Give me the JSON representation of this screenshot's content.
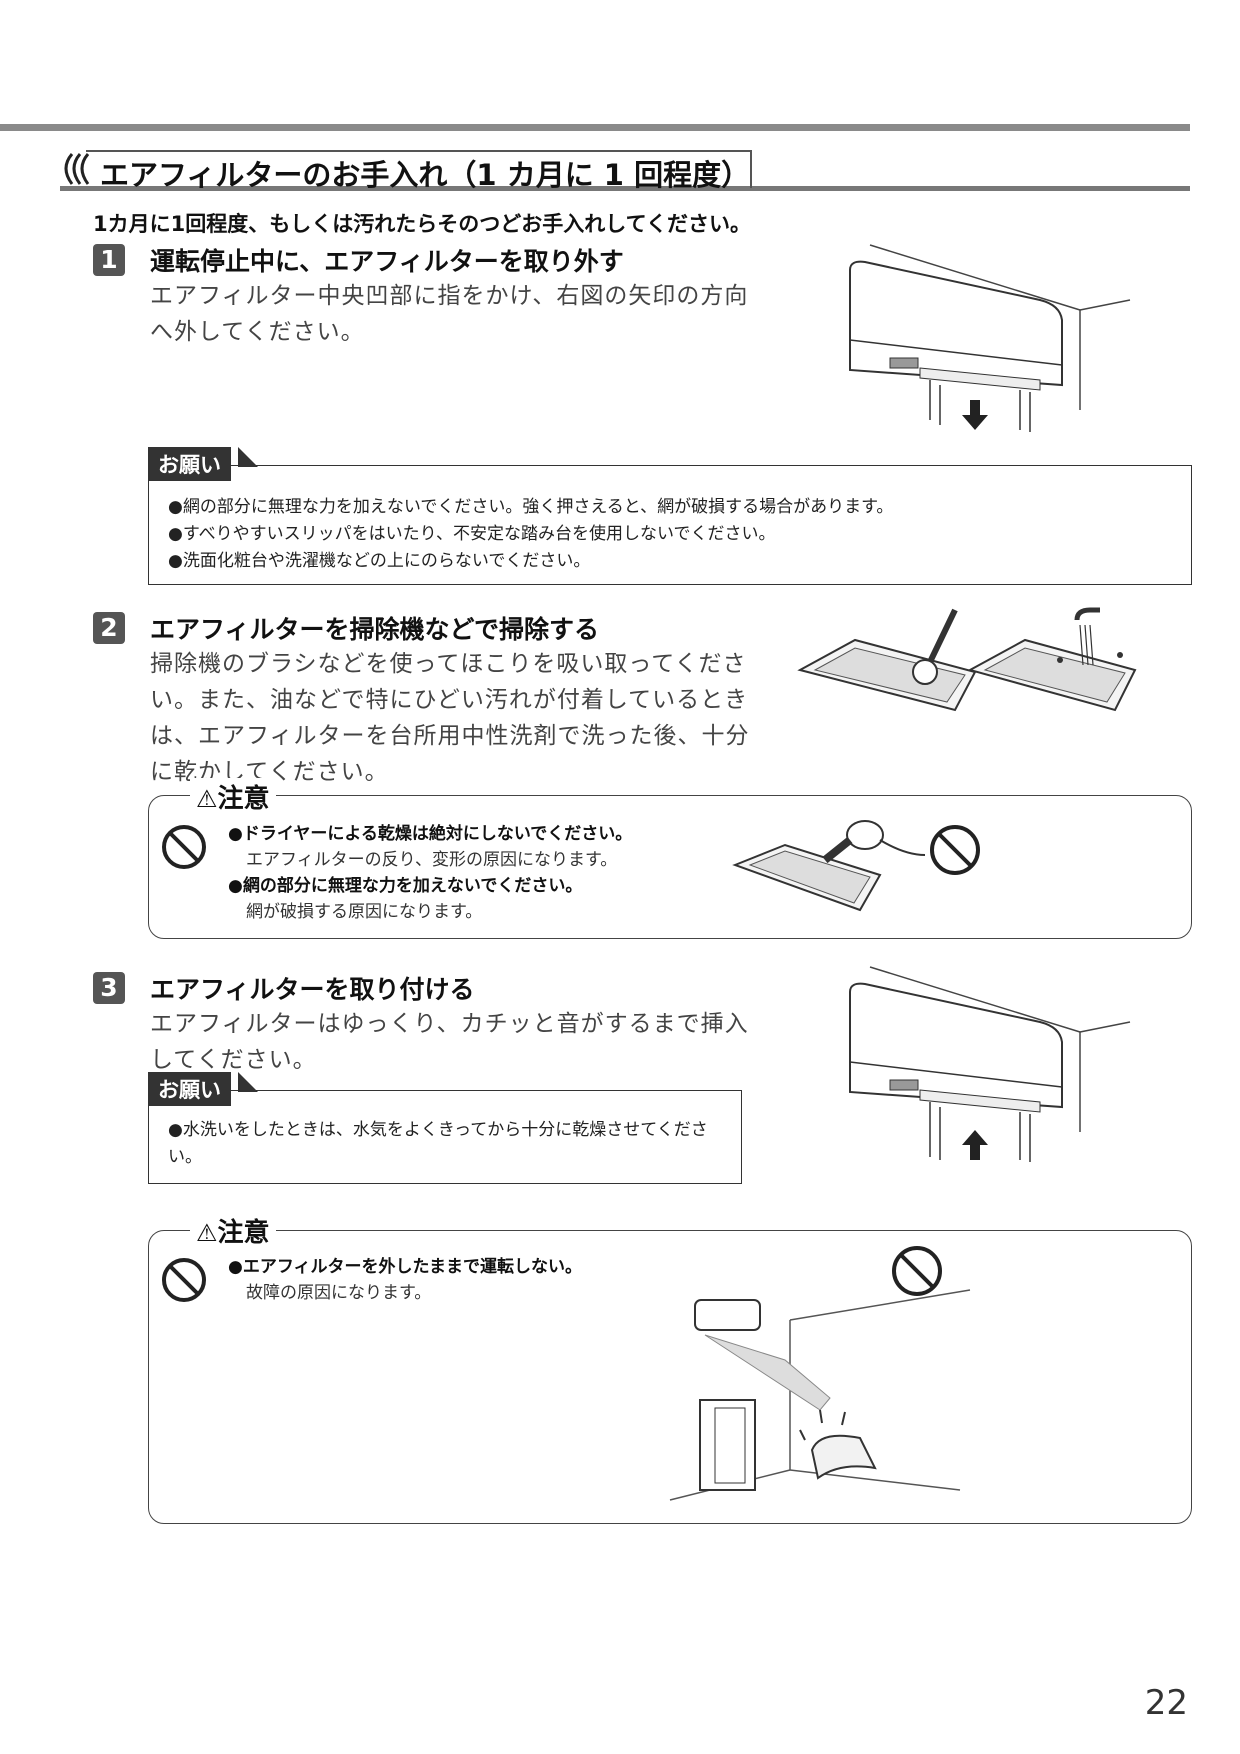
{
  "section": {
    "title": "エアフィルターのお手入れ（1 カ月に 1 回程度）",
    "intro": "1カ月に1回程度、もしくは汚れたらそのつどお手入れしてください。"
  },
  "steps": [
    {
      "number": "1",
      "title": "運転停止中に、エアフィルターを取り外す",
      "body": "エアフィルター中央凹部に指をかけ、右図の矢印の方向へ外してください。"
    },
    {
      "number": "2",
      "title": "エアフィルターを掃除機などで掃除する",
      "body": "掃除機のブラシなどを使ってほこりを吸い取ってください。また、油などで特にひどい汚れが付着しているときは、エアフィルターを台所用中性洗剤で洗った後、十分に乾かしてください。"
    },
    {
      "number": "3",
      "title": "エアフィルターを取り付ける",
      "body": "エアフィルターはゆっくり、カチッと音がするまで挿入してください。"
    }
  ],
  "onegai_1": {
    "label": "お願い",
    "items": [
      "●網の部分に無理な力を加えないでください。強く押さえると、網が破損する場合があります。",
      "●すべりやすいスリッパをはいたり、不安定な踏み台を使用しないでください。",
      "●洗面化粧台や洗濯機などの上にのらないでください。"
    ]
  },
  "caution_1": {
    "label": "注意",
    "items": [
      {
        "head": "●ドライヤーによる乾燥は絶対にしないでください。",
        "sub": "エアフィルターの反り、変形の原因になります。"
      },
      {
        "head": "●網の部分に無理な力を加えないでください。",
        "sub": "網が破損する原因になります。"
      }
    ]
  },
  "onegai_2": {
    "label": "お願い",
    "items": [
      "●水洗いをしたときは、水気をよくきってから十分に乾燥させてください。"
    ]
  },
  "caution_2": {
    "label": "注意",
    "items": [
      {
        "head": "●エアフィルターを外したままで運転しない。",
        "sub": "故障の原因になります。"
      }
    ]
  },
  "page_number": "22"
}
